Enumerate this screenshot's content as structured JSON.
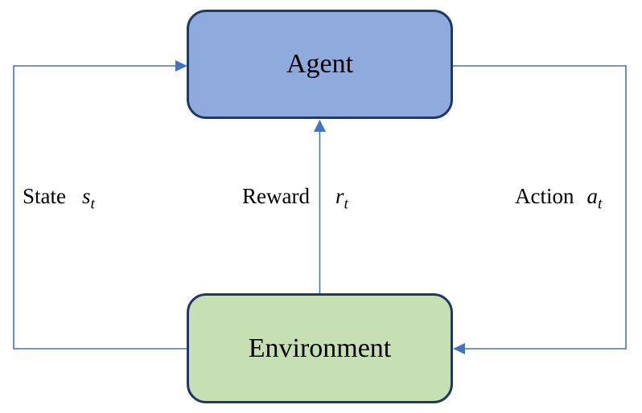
{
  "diagram": {
    "description": "Reinforcement learning loop between agent and environment"
  },
  "nodes": {
    "agent": {
      "label": "Agent"
    },
    "environment": {
      "label": "Environment"
    }
  },
  "edges": {
    "state": {
      "word": "State",
      "symbol": "s",
      "subscript": "t",
      "from": "environment",
      "to": "agent"
    },
    "reward": {
      "word": "Reward",
      "symbol": "r",
      "subscript": "t",
      "from": "environment",
      "to": "agent"
    },
    "action": {
      "word": "Action",
      "symbol": "a",
      "subscript": "t",
      "from": "agent",
      "to": "environment"
    }
  },
  "colors": {
    "agent_fill": "#8FAADC",
    "environment_fill": "#C6E0B4",
    "node_border": "#203864",
    "arrow": "#4472C4",
    "text": "#000000",
    "background": "#FFFFFF"
  }
}
